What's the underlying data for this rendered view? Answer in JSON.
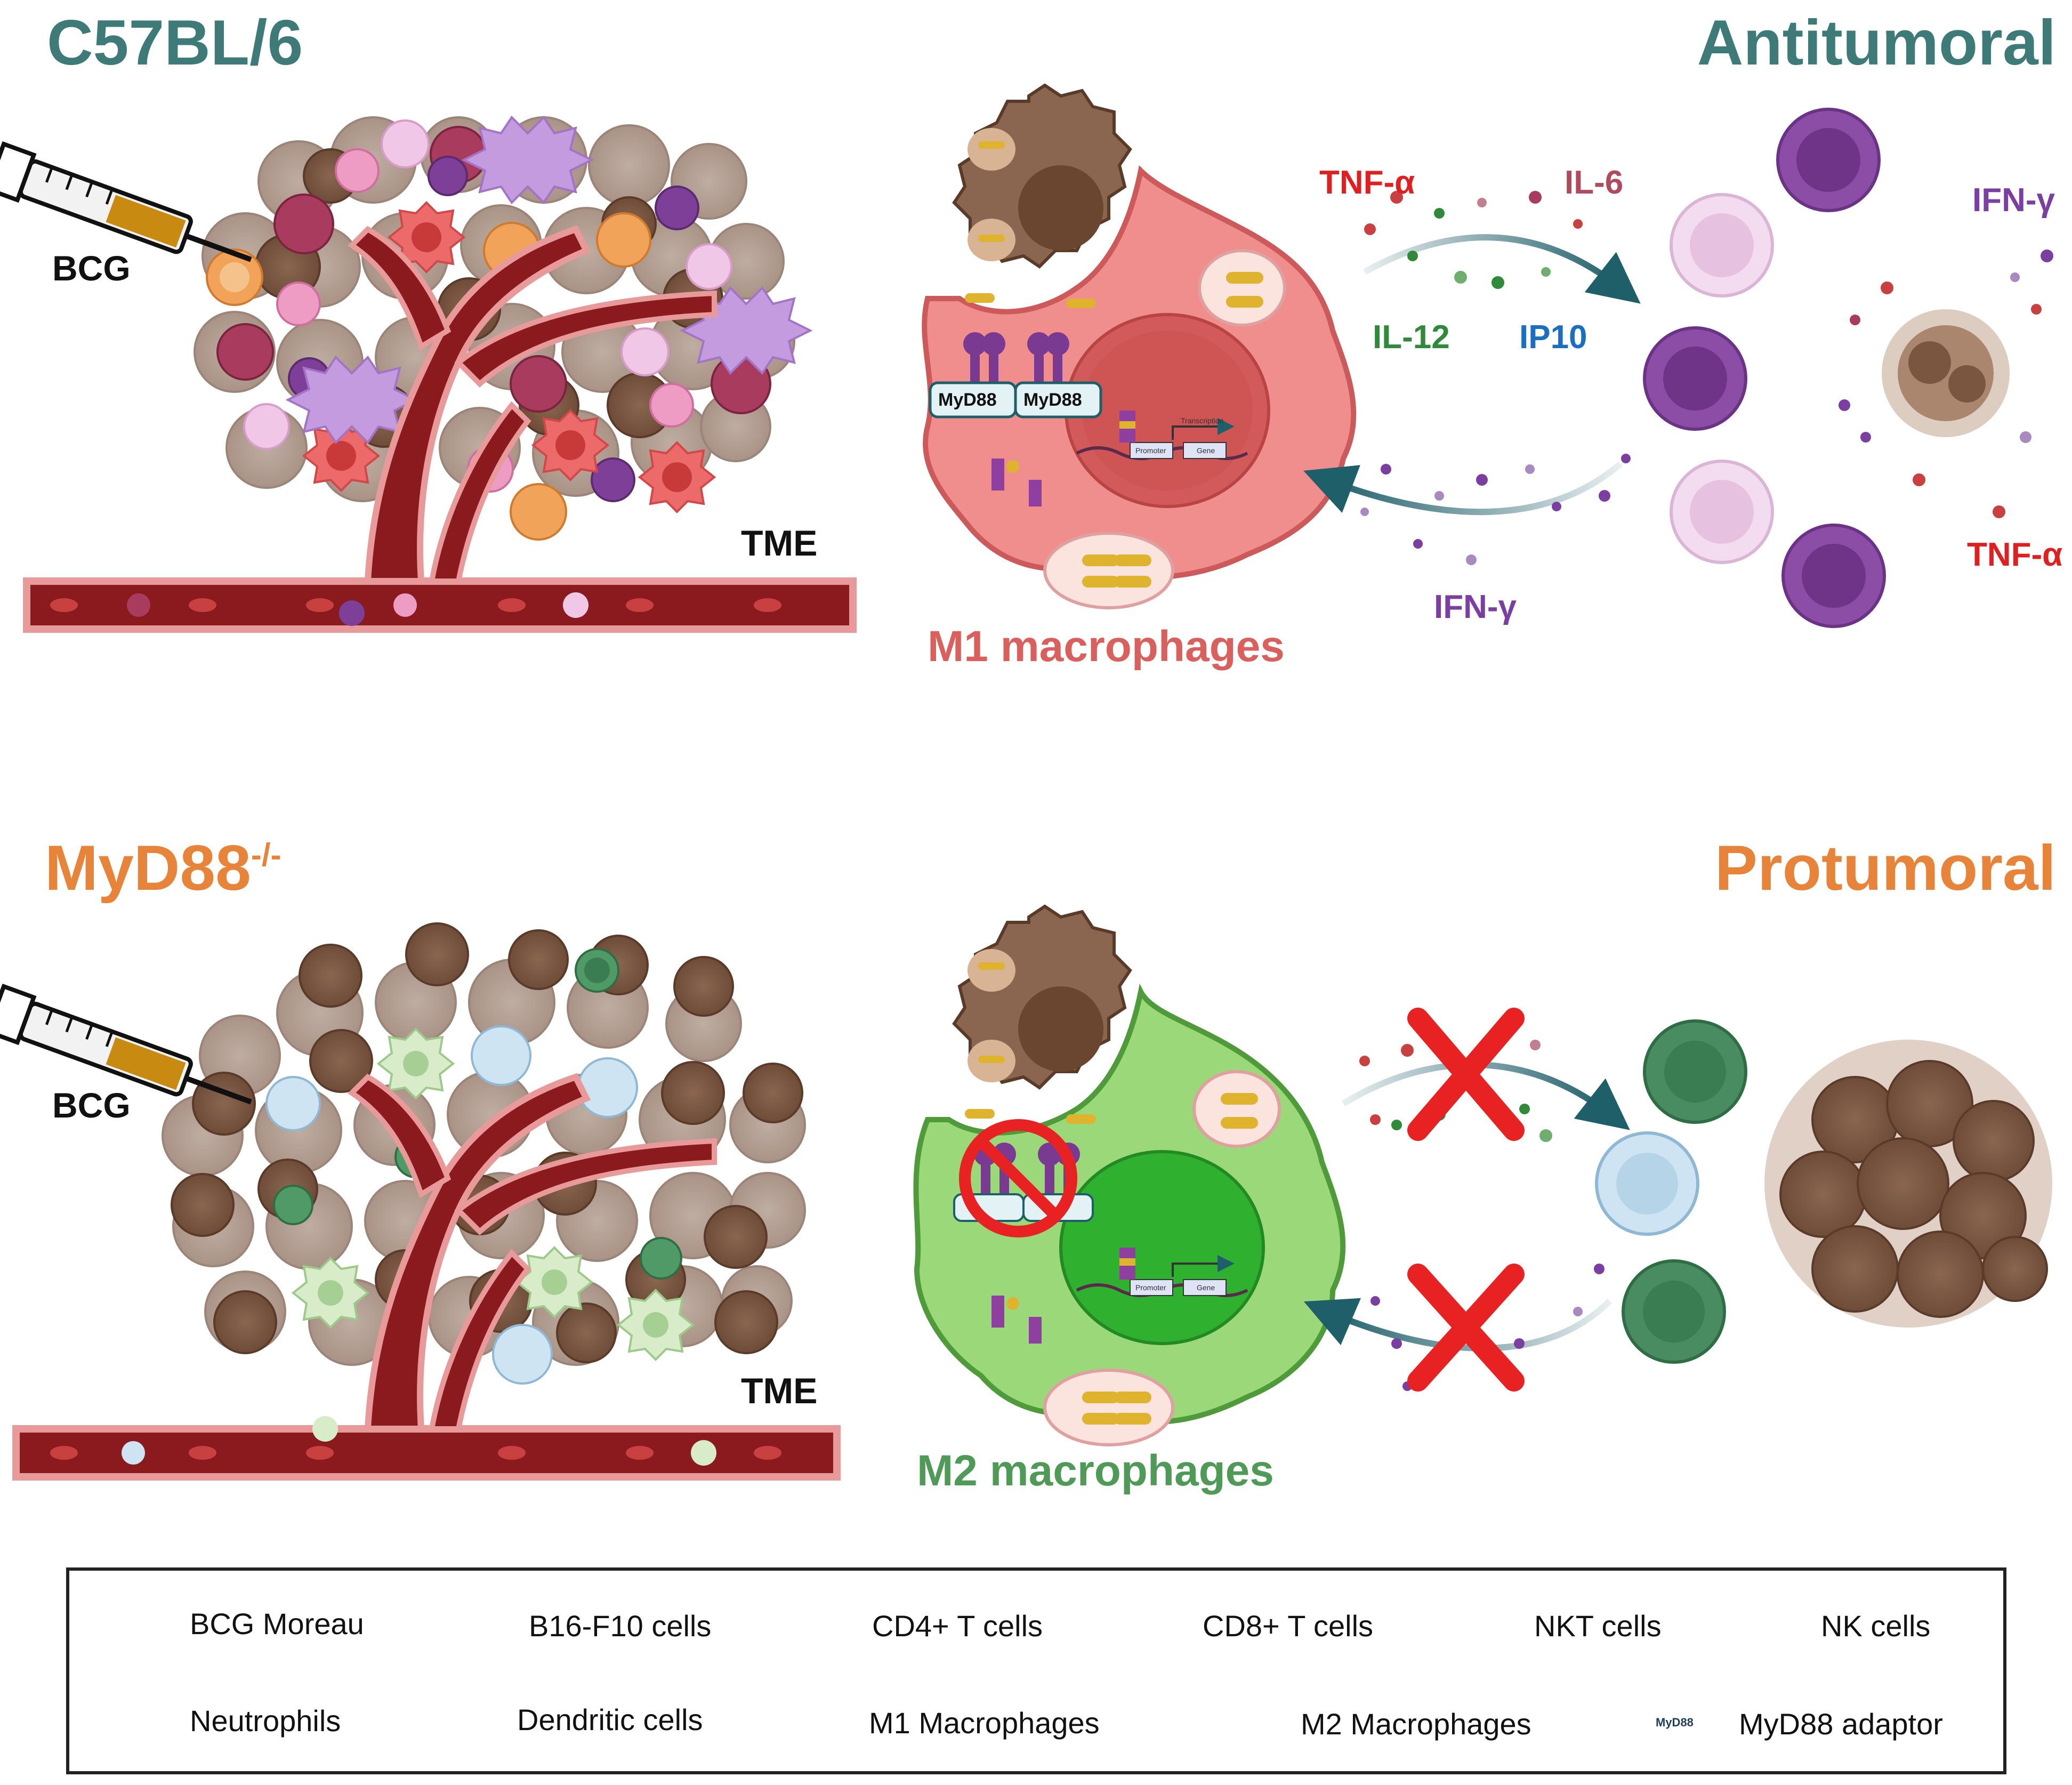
{
  "colors": {
    "teal": "#3d7a78",
    "orange": "#e8833a",
    "m1_red": "#d9605c",
    "m2_green": "#4f9a56",
    "tnf": "#e02020",
    "il6": "#b04a5e",
    "il12": "#2f8a3a",
    "ip10": "#1b6fc0",
    "ifn": "#7a3fa0",
    "cross": "#e82222"
  },
  "top": {
    "strain": "C57BL/6",
    "outcome": "Antitumoral",
    "injection_label": "BCG",
    "tme_label": "TME",
    "adaptor_1": "MyD88",
    "adaptor_2": "MyD88",
    "promoter": "Promoter",
    "gene": "Gene",
    "transcription": "Transcription",
    "macrophage_label": "M1 macrophages",
    "cytokines": {
      "tnf_upper": "TNF-α",
      "il6": "IL-6",
      "il12": "IL-12",
      "ip10": "IP10",
      "ifn_lower": "IFN-γ",
      "ifn_right": "IFN-γ",
      "tnf_right": "TNF-α"
    }
  },
  "bottom": {
    "strain_base": "MyD88",
    "strain_sup": "-/-",
    "outcome": "Protumoral",
    "injection_label": "BCG",
    "tme_label": "TME",
    "promoter": "Promoter",
    "gene": "Gene",
    "macrophage_label": "M2 macrophages"
  },
  "legend": {
    "items": [
      {
        "label": "BCG Moreau",
        "icon": "bcg-rod-icon"
      },
      {
        "label": "B16-F10 cells",
        "icon": "b16-cell-icon"
      },
      {
        "label": "CD4+ T cells",
        "icon": "cd4-cell-icon"
      },
      {
        "label": "CD8+ T cells",
        "icon": "cd8-cell-icon"
      },
      {
        "label": "NKT cells",
        "icon": "nkt-cell-icon"
      },
      {
        "label": "NK cells",
        "icon": "nk-cell-icon"
      },
      {
        "label": "Neutrophils",
        "icon": "neutrophil-icon"
      },
      {
        "label": "Dendritic cells",
        "icon": "dendritic-cell-icon"
      },
      {
        "label": "M1 Macrophages",
        "icon": "m1-macrophage-icon"
      },
      {
        "label": "M2 Macrophages",
        "icon": "m2-macrophage-icon"
      },
      {
        "label": "MyD88 adaptor",
        "icon": "myd88-adaptor-icon",
        "icon_text": "MyD88"
      }
    ]
  }
}
